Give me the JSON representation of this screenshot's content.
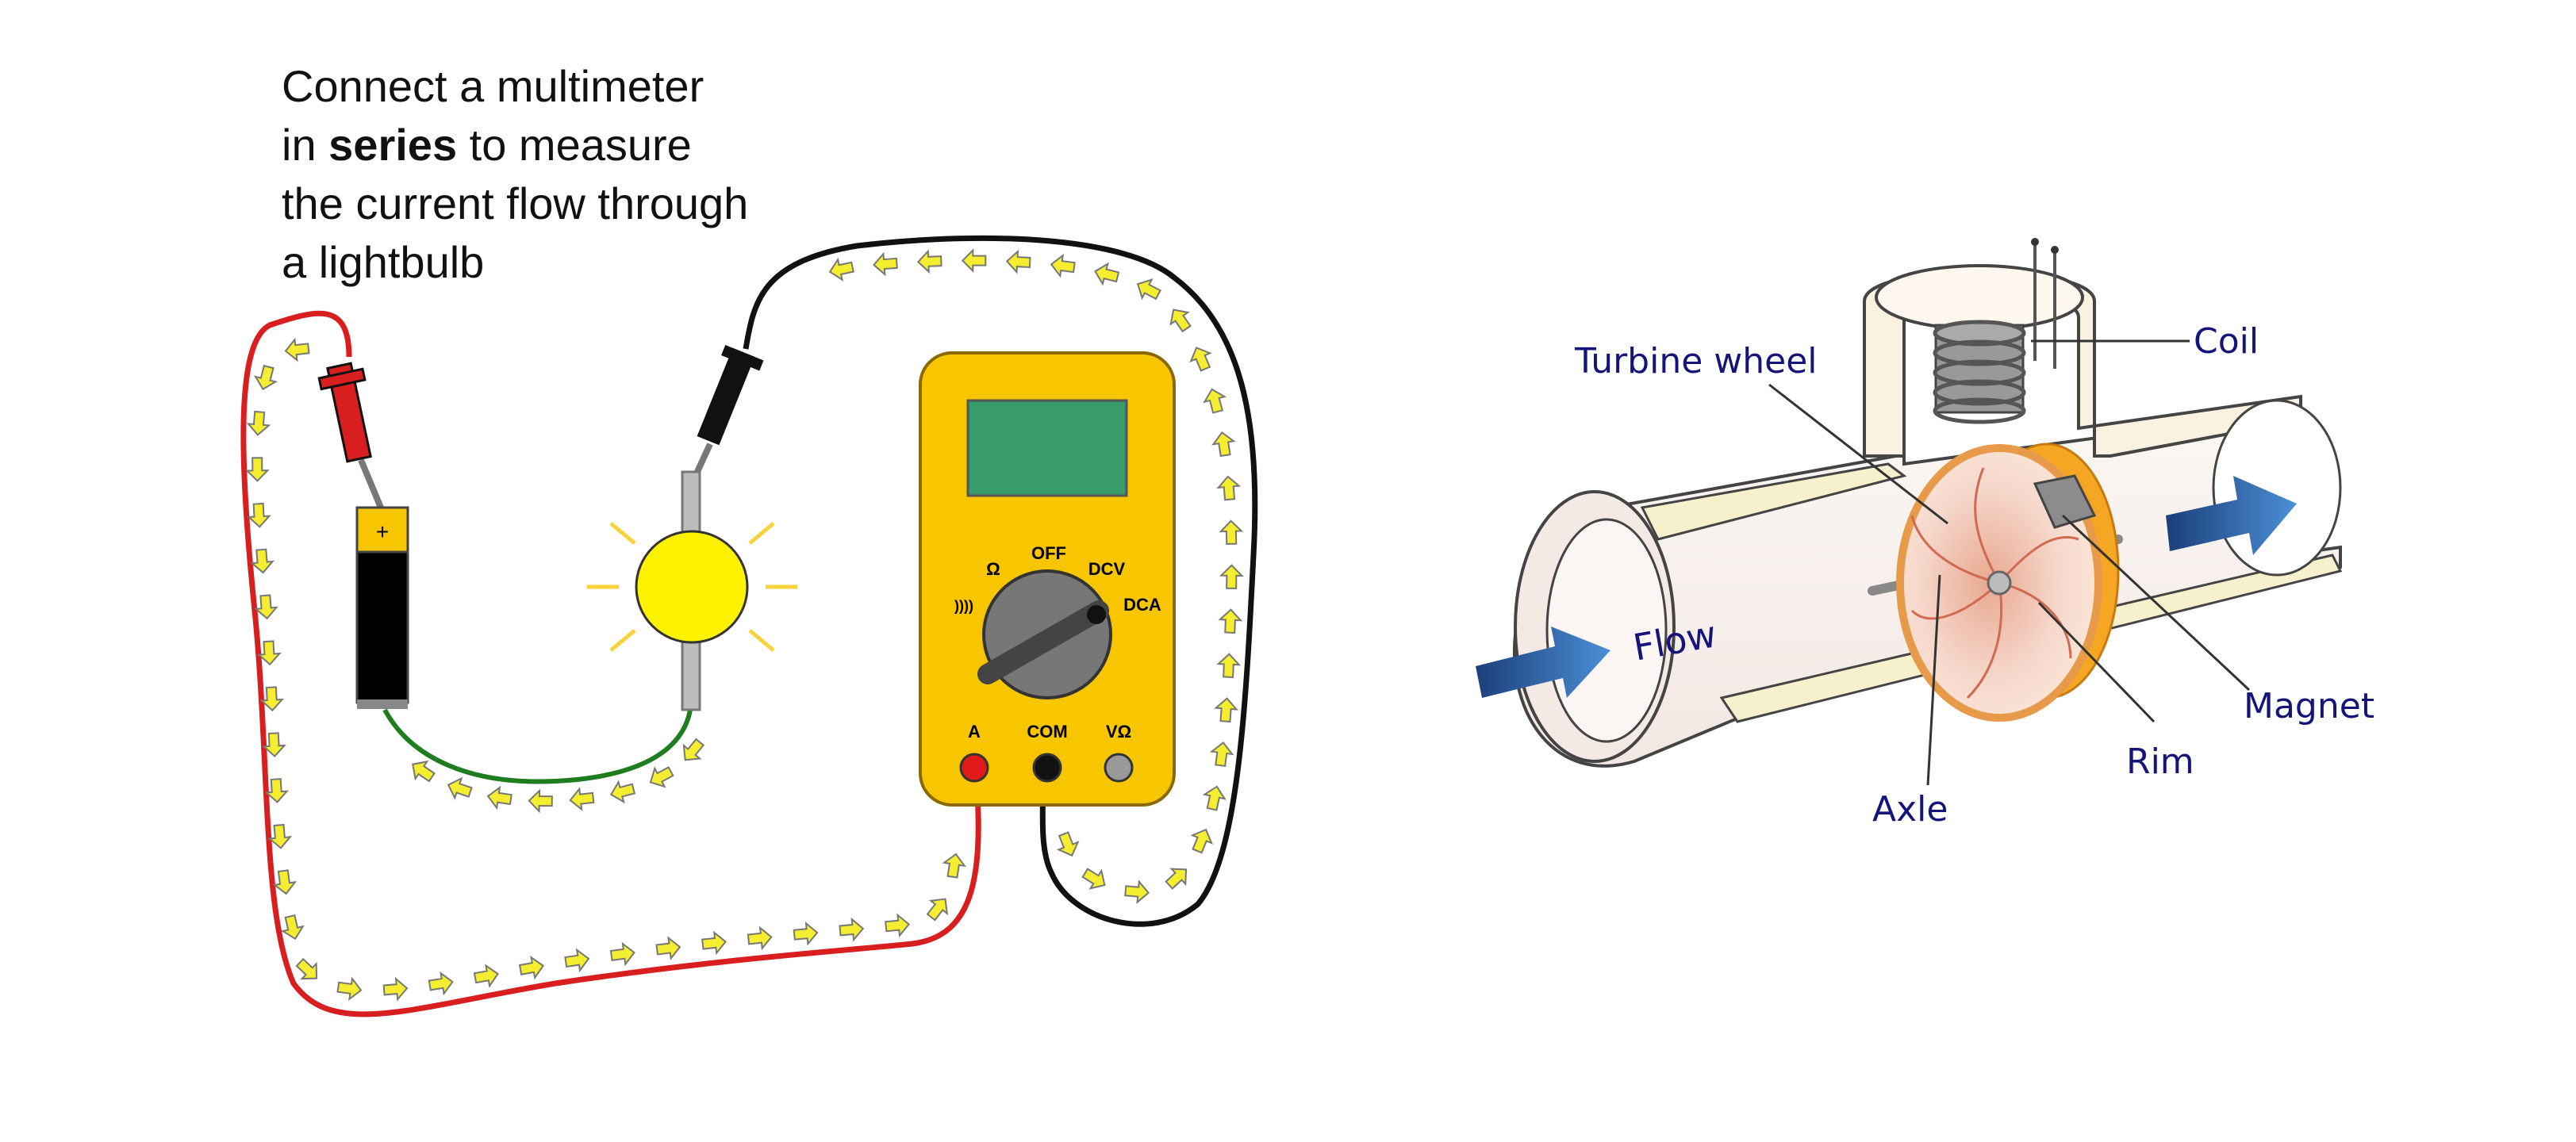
{
  "caption": {
    "line1": "Connect a multimeter",
    "line2_pre": "in ",
    "line2_bold": "series",
    "line2_post": " to measure",
    "line3": "the current flow through",
    "line4": "a lightbulb"
  },
  "battery": {
    "polarity": "+"
  },
  "multimeter": {
    "dial": {
      "off": "OFF",
      "ohm": "Ω",
      "dcv": "DCV",
      "dca": "DCA",
      "continuity": "))))"
    },
    "ports": {
      "amps": "A",
      "common": "COM",
      "volt_ohm": "VΩ"
    }
  },
  "flowmeter": {
    "labels": {
      "turbine_wheel": "Turbine wheel",
      "coil": "Coil",
      "flow": "Flow",
      "magnet": "Magnet",
      "rim": "Rim",
      "axle": "Axle"
    }
  },
  "colors": {
    "red_wire": "#d81e1e",
    "black_wire": "#111111",
    "green_wire": "#1e7d1e",
    "arrow_fill": "#f5ee30",
    "meter_body": "#f7c600",
    "meter_screen": "#3a9b6a",
    "bulb": "#fff200",
    "label_text": "#14147a",
    "rim_orange": "#f5a623",
    "flow_arrow": "#2b5ea8"
  }
}
